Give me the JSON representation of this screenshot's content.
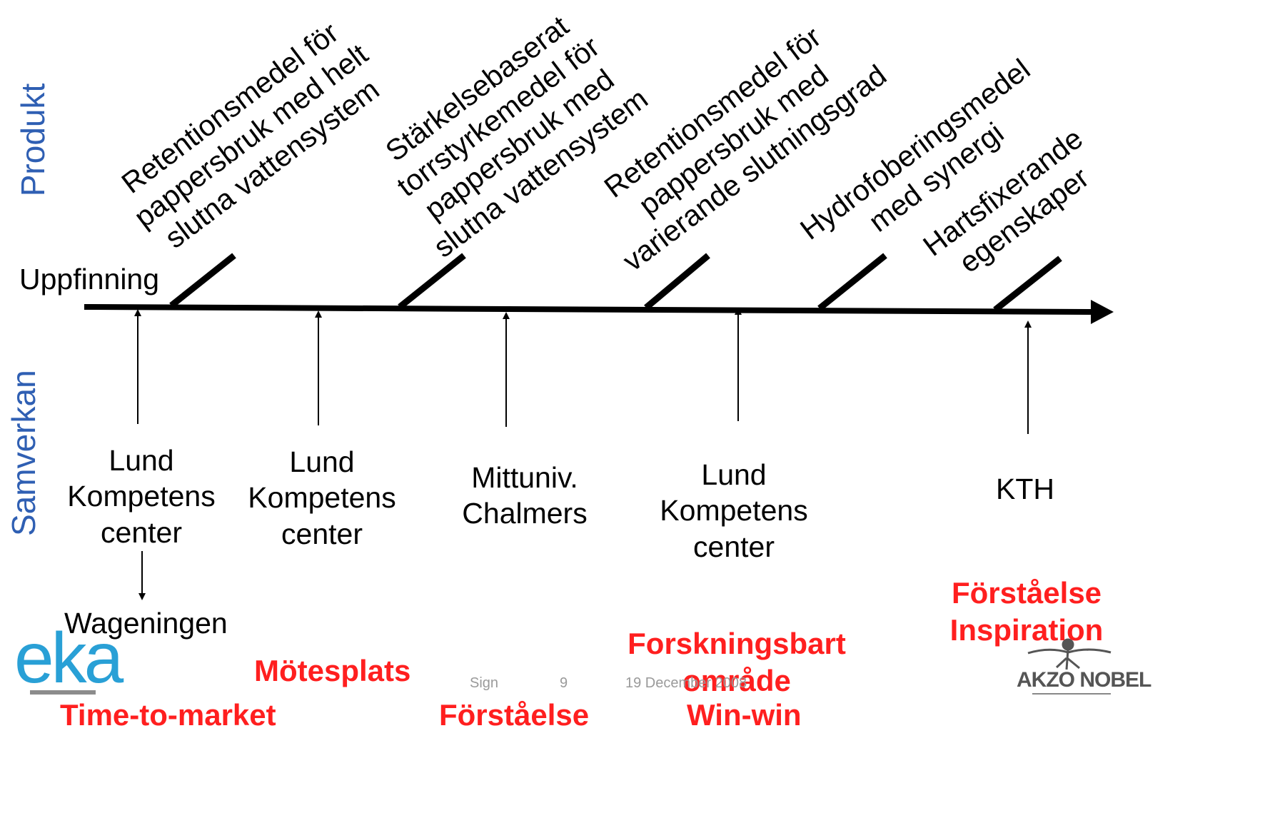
{
  "axis_labels": {
    "produkt": "Produkt",
    "samverkan": "Samverkan",
    "uppfinning": "Uppfinning"
  },
  "inventions": [
    "Retentionsmedel för\npappersbruk med helt\nslutna vattensystem",
    "Stärkelsebaserat\ntorrstyrkemedel för\npappersbruk med\nslutna vattensystem",
    "Retentionsmedel för\npappersbruk med\nvarierande slutningsgrad",
    "Hydrofoberingsmedel\nmed synergi",
    "Hartsfixerande\negenskaper"
  ],
  "institutions": [
    "Lund\nKompetens\ncenter",
    "Lund\nKompetens\ncenter",
    "Mittuniv.\nChalmers",
    "Lund\nKompetens\ncenter",
    "KTH"
  ],
  "wageningen": "Wageningen",
  "benefits": {
    "time_to_market": "Time-to-market",
    "motesplats": "Mötesplats",
    "forstaelse_bottom": "Förståelse",
    "forskningsbart": "Forskningsbart\nområde",
    "win_win": "Win-win",
    "forstaelse_inspiration": "Förståelse\nInspiration"
  },
  "footer": {
    "sign": "Sign",
    "page": "9",
    "date": "19 December 2008"
  },
  "logos": {
    "eka": "eka",
    "akzo": "AKZO NOBEL"
  },
  "colors": {
    "side_label": "#2f5fb3",
    "benefit": "#ff1f1f",
    "eka": "#29a0d6"
  }
}
